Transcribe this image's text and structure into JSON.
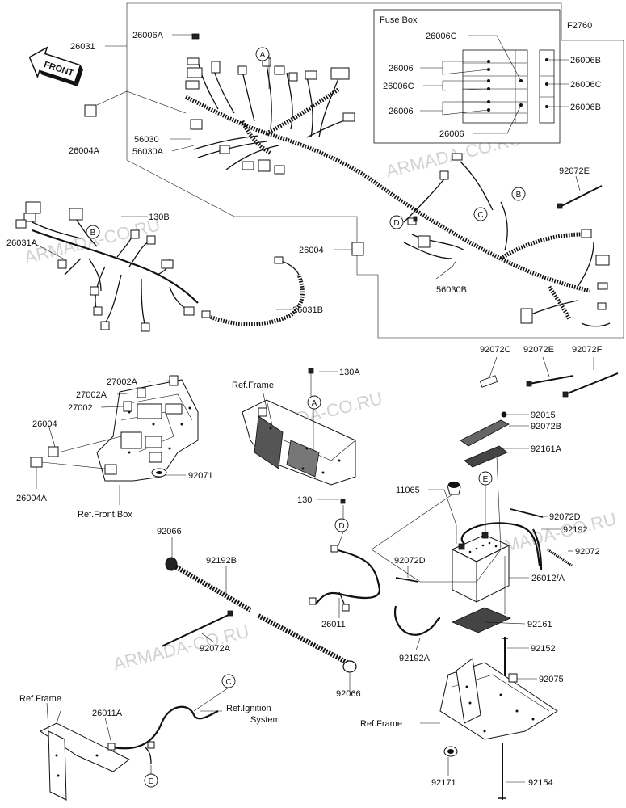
{
  "diagram_id": "F2760",
  "watermark": "ARMADA-CO.RU",
  "front_arrow": "FRONT",
  "fuse_box": {
    "title": "Fuse Box",
    "left_labels": [
      "26006C",
      "26006",
      "26006C",
      "26006",
      "26006"
    ],
    "right_labels": [
      "26006B",
      "26006C",
      "26006B"
    ]
  },
  "callouts": [
    "A",
    "B",
    "C",
    "D",
    "E"
  ],
  "parts": {
    "p26031": "26031",
    "p26006A": "26006A",
    "p26004A_top": "26004A",
    "p56030": "56030",
    "p56030A": "56030A",
    "p130B": "130B",
    "p26031A": "26031A",
    "p26004_mid": "26004",
    "p56030B": "56030B",
    "p26031B": "26031B",
    "p92072E_top": "92072E",
    "p92072C": "92072C",
    "p92072E": "92072E",
    "p92072F": "92072F",
    "p130A": "130A",
    "p27002A_1": "27002A",
    "p27002A_2": "27002A",
    "p27002": "27002",
    "p26004_left": "26004",
    "p26004A_left": "26004A",
    "p92071": "92071",
    "p92015": "92015",
    "p92072B": "92072B",
    "p92161A": "92161A",
    "p11065": "11065",
    "p130": "130",
    "p92072D_r": "92072D",
    "p92192": "92192",
    "p92072": "92072",
    "p92066_top": "92066",
    "p92192B": "92192B",
    "p92072D_l": "92072D",
    "p26012A": "26012/A",
    "p26011": "26011",
    "p92161": "92161",
    "p92072A": "92072A",
    "p92192A": "92192A",
    "p92152": "92152",
    "p92075": "92075",
    "p92066_bot": "92066",
    "p26011A": "26011A",
    "p92171": "92171",
    "p92154": "92154"
  },
  "refs": {
    "frame_top": "Ref.Frame",
    "front_box": "Ref.Front Box",
    "frame_left": "Ref.Frame",
    "ignition_1": "Ref.Ignition",
    "ignition_2": "System",
    "frame_right": "Ref.Frame"
  }
}
